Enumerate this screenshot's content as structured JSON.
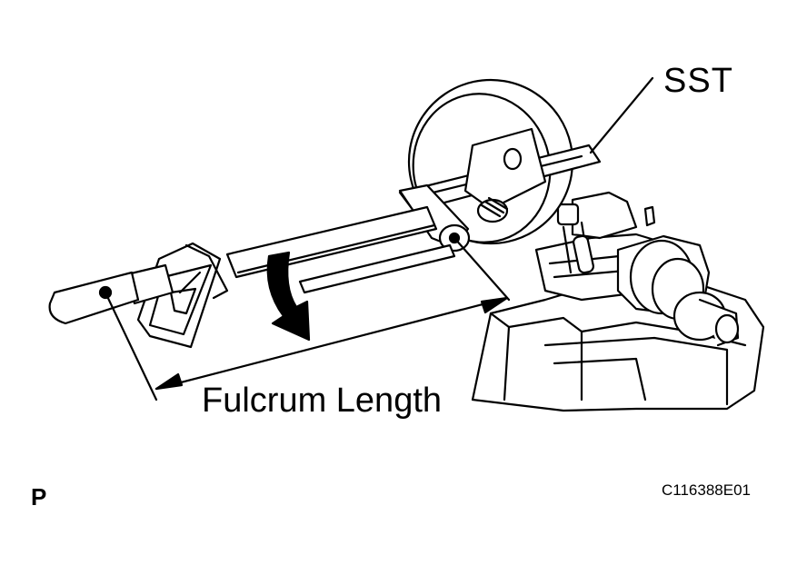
{
  "labels": {
    "sst": "SST",
    "fulcrum_length": "Fulcrum Length",
    "page_mark": "P",
    "figure_code": "C116388E01"
  },
  "colors": {
    "line": "#000000",
    "fill": "#ffffff"
  }
}
